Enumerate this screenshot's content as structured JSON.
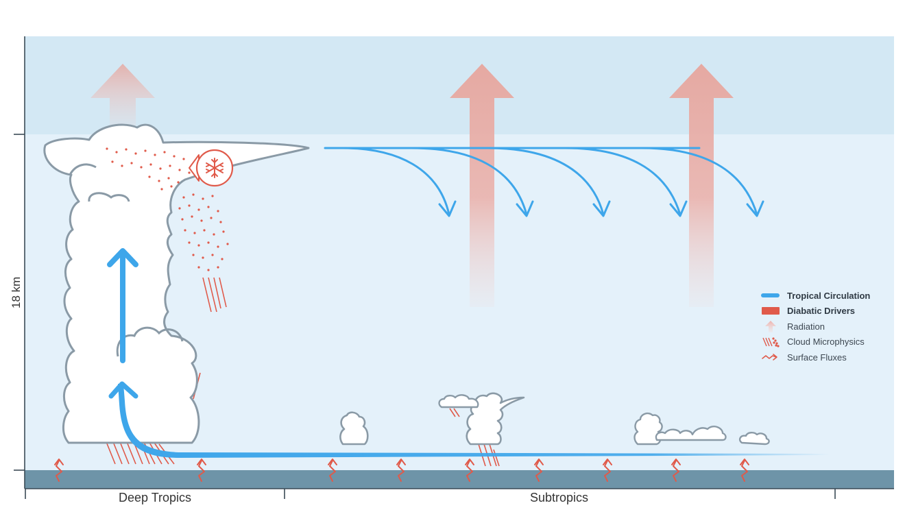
{
  "axis": {
    "ylabel": "18 km"
  },
  "regions": [
    {
      "id": "deep",
      "label": "Deep Tropics"
    },
    {
      "id": "sub",
      "label": "Subtropics"
    }
  ],
  "legend": [
    {
      "key": "circulation",
      "label": "Tropical Circulation",
      "bold": true,
      "icon": "blue-line-icon",
      "color": "#3ea6ea"
    },
    {
      "key": "diabatic",
      "label": "Diabatic Drivers",
      "bold": true,
      "icon": "red-bar-icon",
      "color": "#e05a4a"
    },
    {
      "key": "radiation",
      "label": "Radiation",
      "bold": false,
      "icon": "radiation-arrow-icon",
      "color": "#eeb1ab"
    },
    {
      "key": "microphysics",
      "label": "Cloud Microphysics",
      "bold": false,
      "icon": "microphysics-icon",
      "color": "#e05a4a"
    },
    {
      "key": "fluxes",
      "label": "Surface Fluxes",
      "bold": false,
      "icon": "surface-flux-icon",
      "color": "#e05a4a"
    }
  ],
  "colors": {
    "stratosphere": "#d3e8f4",
    "troposphere": "#e4f1fa",
    "ground": "#6e94a8",
    "circulation": "#3ea6ea",
    "diabatic": "#e05a4a",
    "radiation": "#eeb1ab",
    "cloud_outline": "#8a9aa6"
  }
}
